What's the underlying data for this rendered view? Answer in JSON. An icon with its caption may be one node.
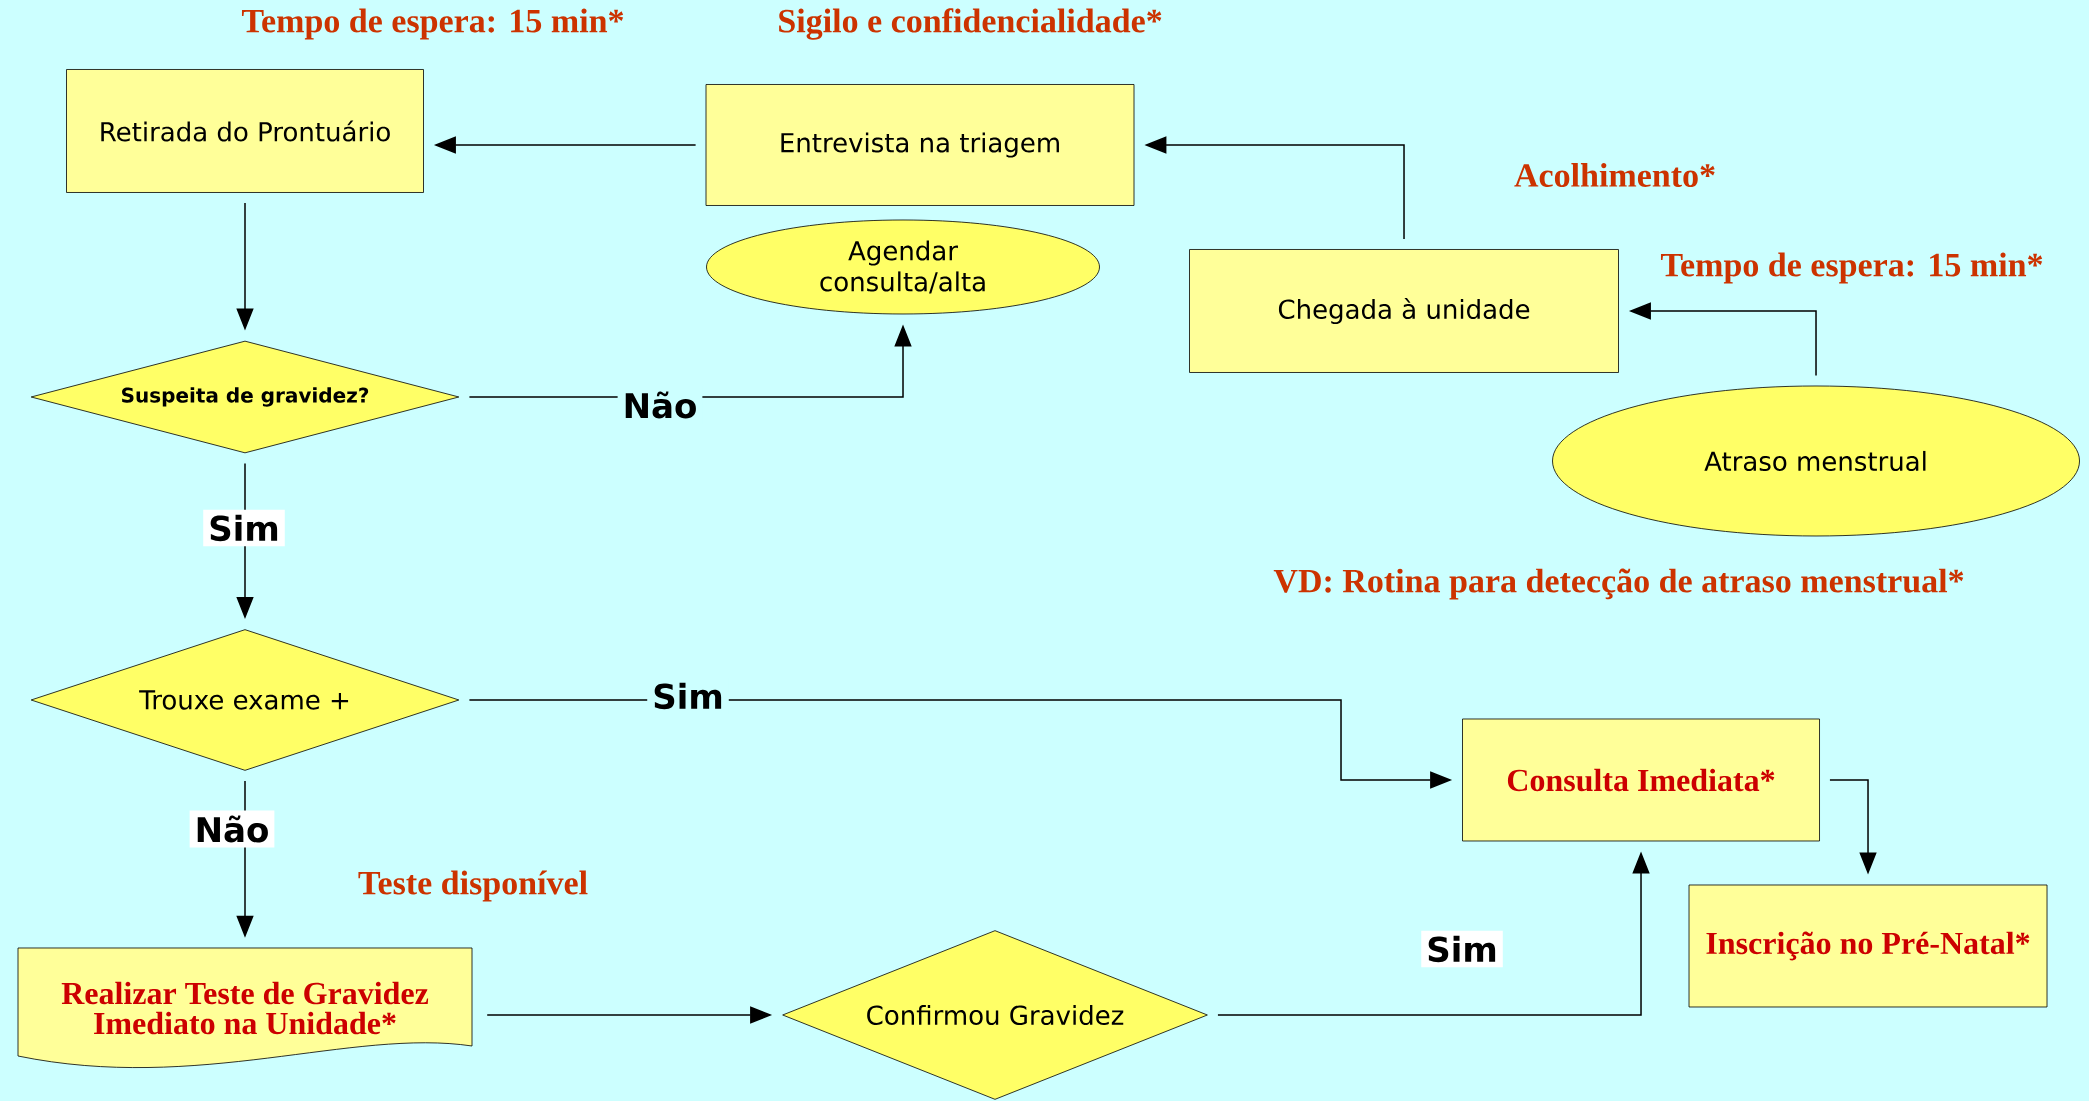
{
  "diagram": {
    "nodes": [
      {
        "text": [
          "Retirada do Prontuário"
        ]
      },
      {
        "text": [
          "Entrevista na triagem"
        ]
      },
      {
        "text": [
          "Agendar consulta/alta"
        ]
      },
      {
        "text": [
          "Chegada à unidade"
        ]
      },
      {
        "text": [
          "Atraso menstrual"
        ]
      },
      {
        "text": [
          "Suspeita de gravidez?"
        ]
      },
      {
        "text": [
          "Trouxe exame +"
        ]
      },
      {
        "text": [
          "Consulta Imediata*"
        ]
      },
      {
        "text": [
          "Inscrição no Pré-Natal*"
        ]
      },
      {
        "text": [
          "Realizar Teste de Gravidez Imediato na Unidade*"
        ]
      },
      {
        "text": [
          "Confirmou Gravidez"
        ]
      }
    ],
    "edges": [
      {
        "from": 4,
        "to": 3,
        "arrow": "to"
      },
      {
        "from": 3,
        "to": 1,
        "arrow": "to"
      },
      {
        "from": 1,
        "to": 0,
        "arrow": "to"
      },
      {
        "from": 0,
        "to": 5,
        "arrow": "to"
      },
      {
        "from": 5,
        "to": 2,
        "arrow": "to",
        "label": "Não"
      },
      {
        "from": 5,
        "to": 6,
        "arrow": "to",
        "label": "Sim"
      },
      {
        "from": 6,
        "to": 7,
        "arrow": "to",
        "label": "Sim"
      },
      {
        "from": 6,
        "to": 9,
        "arrow": "to",
        "label": "Não"
      },
      {
        "from": 9,
        "to": 10,
        "arrow": "to"
      },
      {
        "from": 10,
        "to": 7,
        "arrow": "to",
        "label": "Sim"
      },
      {
        "from": 7,
        "to": 8,
        "arrow": "to"
      }
    ],
    "labels": [
      "Tempo de espera: 15 min*",
      "Sigilo e confidencialidade*",
      "Acolhimento*",
      "Tempo de espera: 15 min*",
      "VD: Rotina para detecção de atraso menstrual*",
      "Teste disponível"
    ]
  }
}
